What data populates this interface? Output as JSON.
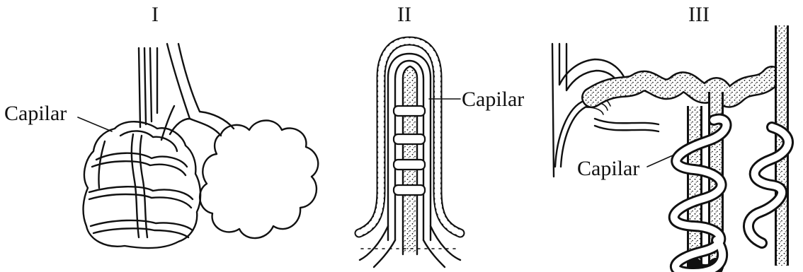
{
  "panels": [
    {
      "title": "I",
      "capillary_label": "Capilar"
    },
    {
      "title": "II",
      "capillary_label": "Capilar"
    },
    {
      "title": "III",
      "capillary_label": "Capilar"
    }
  ],
  "icons": [
    "alveolus-capillary-drawing",
    "intestinal-villus-drawing",
    "nephron-capillary-drawing"
  ]
}
